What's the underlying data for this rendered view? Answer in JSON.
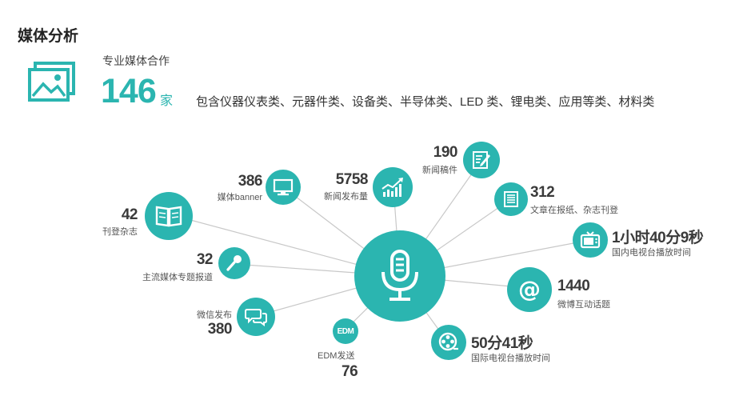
{
  "header": {
    "title": "媒体分析",
    "pro_label": "专业媒体合作",
    "count": "146",
    "count_unit": "家",
    "categories": "包含仪器仪表类、元器件类、设备类、半导体类、LED 类、锂电类、应用等类、材料类"
  },
  "accent_color": "#2bb5b0",
  "nodes": {
    "news_articles": {
      "value": "190",
      "label": "新闻稿件",
      "icon": "edit-document-icon"
    },
    "media_banner": {
      "value": "386",
      "label": "媒体banner",
      "icon": "monitor-icon"
    },
    "news_volume": {
      "value": "5758",
      "label": "新闻发布量",
      "icon": "growth-chart-icon"
    },
    "newspaper": {
      "value": "312",
      "label": "文章在报纸、杂志刊登",
      "icon": "newspaper-icon"
    },
    "magazines": {
      "value": "42",
      "label": "刊登杂志",
      "icon": "open-book-icon"
    },
    "tv_domestic": {
      "value": "1小时40分9秒",
      "label": "国内电视台播放时间",
      "icon": "tv-icon"
    },
    "interviews": {
      "value": "32",
      "label": "主流媒体专题报道",
      "icon": "microphone-icon"
    },
    "weibo": {
      "value": "1440",
      "label": "微博互动话题",
      "icon": "at-sign-icon"
    },
    "wechat": {
      "value": "380",
      "label": "微信发布",
      "icon": "chat-bubbles-icon"
    },
    "edm": {
      "value": "76",
      "label": "EDM发送",
      "icon": "edm-icon",
      "icon_text": "EDM"
    },
    "tv_intl": {
      "value": "50分41秒",
      "label": "国际电视台播放时间",
      "icon": "film-reel-icon"
    }
  },
  "center": {
    "icon": "microphone-icon"
  }
}
